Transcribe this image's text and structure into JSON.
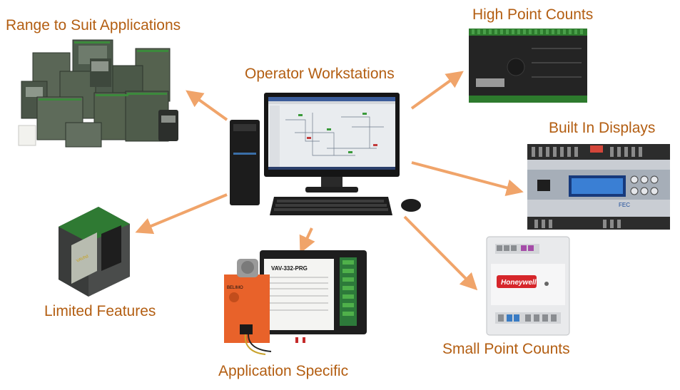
{
  "labels": {
    "range": "Range to Suit Applications",
    "operator": "Operator Workstations",
    "high_point": "High Point Counts",
    "built_in": "Built In Displays",
    "limited": "Limited Features",
    "app_specific": "Application Specific",
    "small_point": "Small Point Counts"
  },
  "device_text": {
    "vav_model": "VAV-332-PRG",
    "honeywell": "Honeywell",
    "fec": "FEC",
    "belimo": "BELIMO"
  },
  "colors": {
    "label": "#b35e12",
    "arrow": "#f0a46a"
  }
}
